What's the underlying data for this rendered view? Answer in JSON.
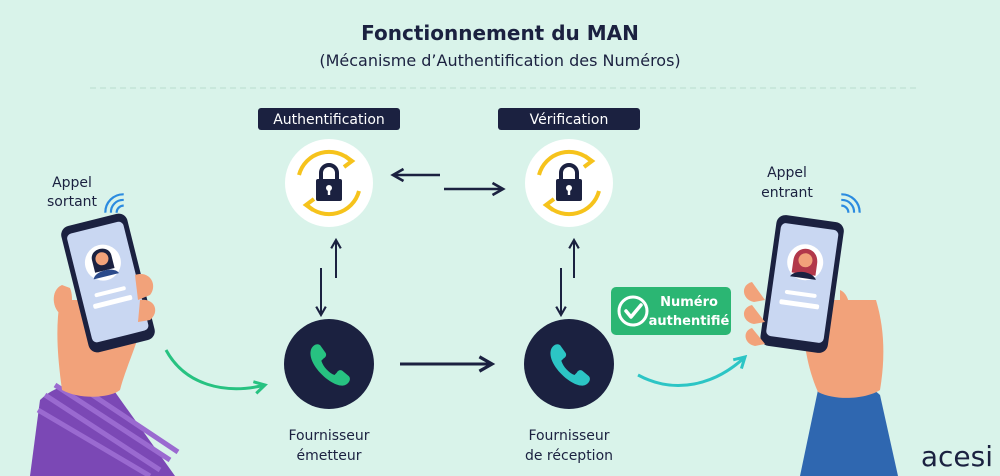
{
  "title": "Fonctionnement du MAN",
  "subtitle": "(Mécanisme d’Authentification des Numéros)",
  "nodes": {
    "authentication_label": "Authentification",
    "verification_label": "Vérification",
    "sender_provider": [
      "Fournisseur",
      "émetteur"
    ],
    "receiver_provider": [
      "Fournisseur",
      "de réception"
    ]
  },
  "calls": {
    "outgoing": [
      "Appel",
      "sortant"
    ],
    "incoming": [
      "Appel",
      "entrant"
    ]
  },
  "badge": [
    "Numéro",
    "authentifié"
  ],
  "brand": "acesi",
  "colors": {
    "background": "#d9f3ea",
    "navy": "#1b2140",
    "gold": "#f6c31c",
    "green": "#27c281",
    "teal": "#2cc5c5",
    "badge": "#2bb673"
  },
  "icons": [
    "lock-icon",
    "phone-icon",
    "wifi-icon",
    "check-circle-icon"
  ]
}
